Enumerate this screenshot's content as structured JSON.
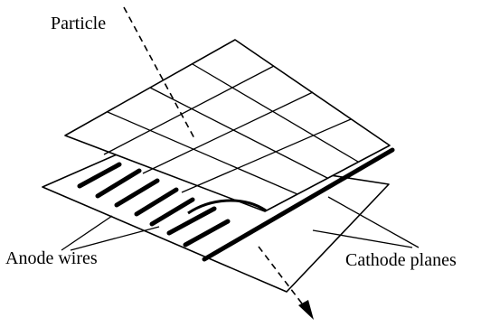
{
  "labels": {
    "particle": "Particle",
    "anode_wires": "Anode wires",
    "cathode_planes": "Cathode planes"
  },
  "colors": {
    "stroke": "#000000",
    "background": "#ffffff"
  }
}
